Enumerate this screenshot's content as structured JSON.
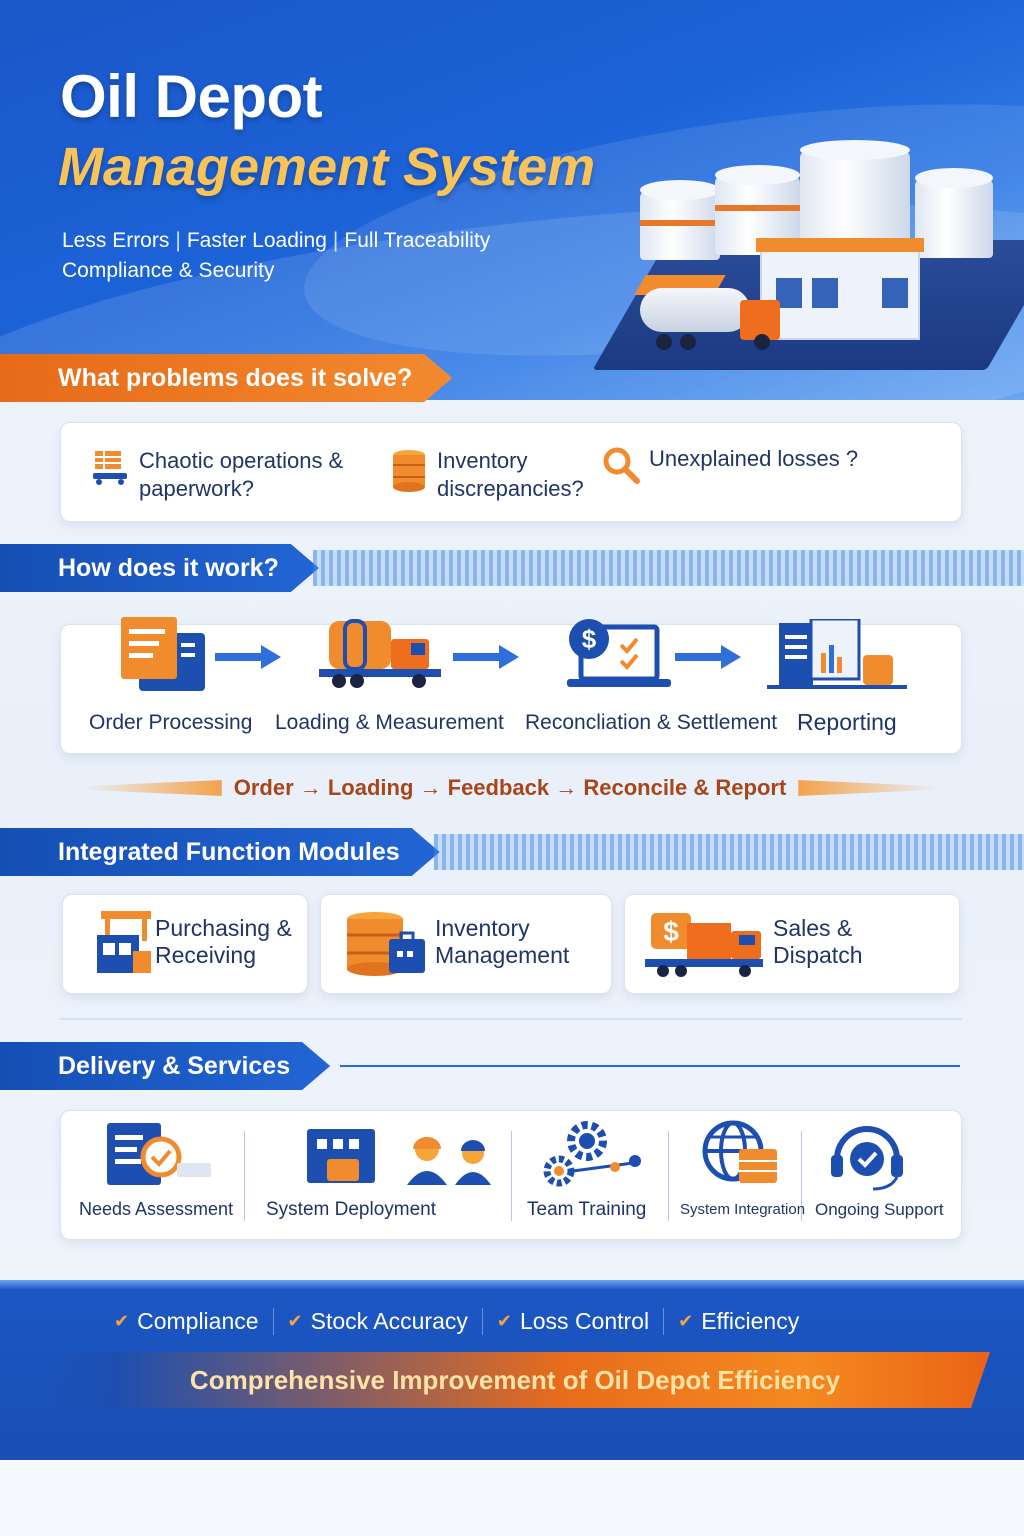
{
  "header": {
    "title_line1": "Oil Depot",
    "title_line2": "Management System",
    "taglines": [
      "Less Errors",
      "Faster Loading",
      "Full Traceability"
    ],
    "tagline_line2": "Compliance & Security"
  },
  "problems": {
    "heading": "What problems does it solve?",
    "items": [
      {
        "line1": "Chaotic operations &",
        "line2": "paperwork?",
        "icon": "forklift-icon"
      },
      {
        "line1": "Inventory",
        "line2": "discrepancies?",
        "icon": "barrel-icon"
      },
      {
        "line1": "Unexplained losses ?",
        "line2": "",
        "icon": "magnifier-icon"
      }
    ]
  },
  "workflow": {
    "heading": "How does it work?",
    "steps": [
      {
        "label": "Order Processing",
        "icon": "document-icon"
      },
      {
        "label": "Loading & Measurement",
        "icon": "tanker-truck-icon"
      },
      {
        "label": "Reconcliation & Settlement",
        "icon": "dollar-laptop-icon"
      },
      {
        "label": "Reporting",
        "icon": "report-chart-icon"
      }
    ],
    "flow": "Order → Loading → Feedback → Reconcile & Report"
  },
  "modules": {
    "heading": "Integrated Function Modules",
    "items": [
      {
        "line1": "Purchasing &",
        "line2": "Receiving",
        "icon": "warehouse-icon"
      },
      {
        "line1": "Inventory",
        "line2": "Management",
        "icon": "barrel-briefcase-icon"
      },
      {
        "line1": "Sales &",
        "line2": "Dispatch",
        "icon": "dollar-truck-icon"
      }
    ]
  },
  "services": {
    "heading": "Delivery & Services",
    "items": [
      {
        "label": "Needs Assessment",
        "icon": "assessment-icon"
      },
      {
        "label": "System Deployment",
        "icon": "deployment-icon"
      },
      {
        "label": "Team Training",
        "icon": "gears-icon"
      },
      {
        "label": "System Integration",
        "icon": "globe-icon"
      },
      {
        "label": "Ongoing Support",
        "icon": "headset-icon"
      }
    ]
  },
  "footer": {
    "benefits": [
      "Compliance",
      "Stock Accuracy",
      "Loss Control",
      "Efficiency"
    ],
    "banner": "Comprehensive Improvement of Oil Depot Efficiency"
  },
  "colors": {
    "primary_blue": "#1c5fd2",
    "accent_orange": "#f08b2e",
    "gold": "#f8c45a",
    "text_dark": "#1f3566"
  }
}
